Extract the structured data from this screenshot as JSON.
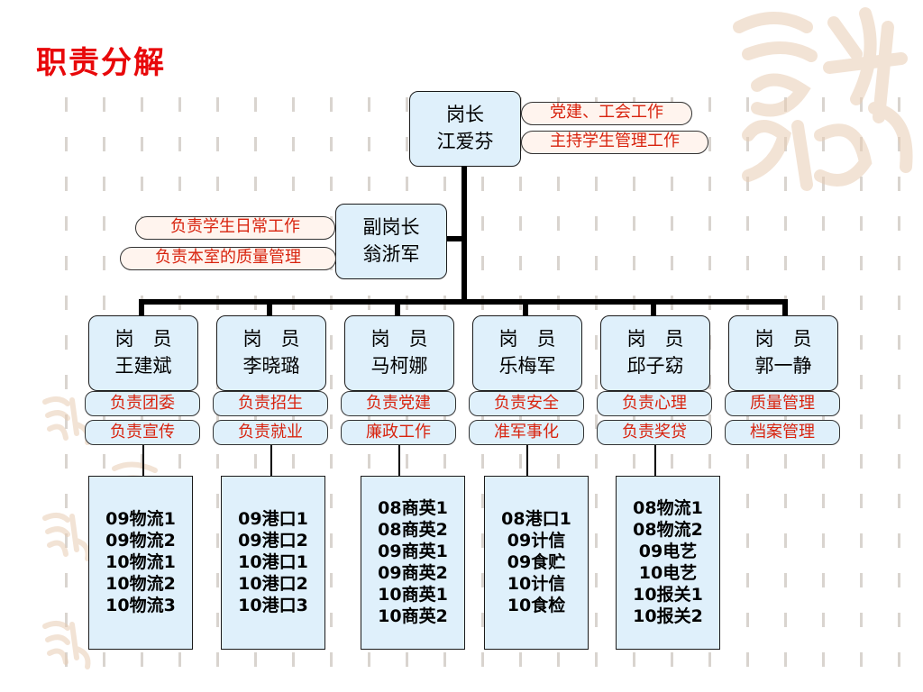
{
  "title": "职责分解",
  "head": {
    "role": "岗长",
    "name": "江爱芬",
    "tags": [
      "党建、工会工作",
      "主持学生管理工作"
    ]
  },
  "deputy": {
    "role": "副岗长",
    "name": "翁浙军",
    "tags": [
      "负责学生日常工作",
      "负责本室的质量管理"
    ]
  },
  "staff": [
    {
      "role": "岗　员",
      "name": "王建斌",
      "tags": [
        "负责团委",
        "负责宣传"
      ],
      "classes": [
        "09物流1",
        "09物流2",
        "10物流1",
        "10物流2",
        "10物流3"
      ]
    },
    {
      "role": "岗　员",
      "name": "李晓璐",
      "tags": [
        "负责招生",
        "负责就业"
      ],
      "classes": [
        "09港口1",
        "09港口2",
        "10港口1",
        "10港口2",
        "10港口3"
      ]
    },
    {
      "role": "岗　员",
      "name": "马柯娜",
      "tags": [
        "负责党建",
        "廉政工作"
      ],
      "classes": [
        "08商英1",
        "08商英2",
        "09商英1",
        "09商英2",
        "10商英1",
        "10商英2"
      ]
    },
    {
      "role": "岗　员",
      "name": "乐梅军",
      "tags": [
        "负责安全",
        "准军事化"
      ],
      "classes": [
        "08港口1",
        "09计信",
        "09食贮",
        "10计信",
        "10食检"
      ]
    },
    {
      "role": "岗　员",
      "name": "邱子窈",
      "tags": [
        "负责心理",
        "负责奖贷"
      ],
      "classes": [
        "08物流1",
        "08物流2",
        "09电艺",
        "10电艺",
        "10报关1",
        "10报关2"
      ]
    },
    {
      "role": "岗　员",
      "name": "郭一静",
      "tags": [
        "质量管理",
        "档案管理"
      ],
      "classes": []
    }
  ],
  "colors": {
    "accent": "#e8080a",
    "box_fill": "#dff0fb",
    "tag_text": "#d8230e"
  }
}
